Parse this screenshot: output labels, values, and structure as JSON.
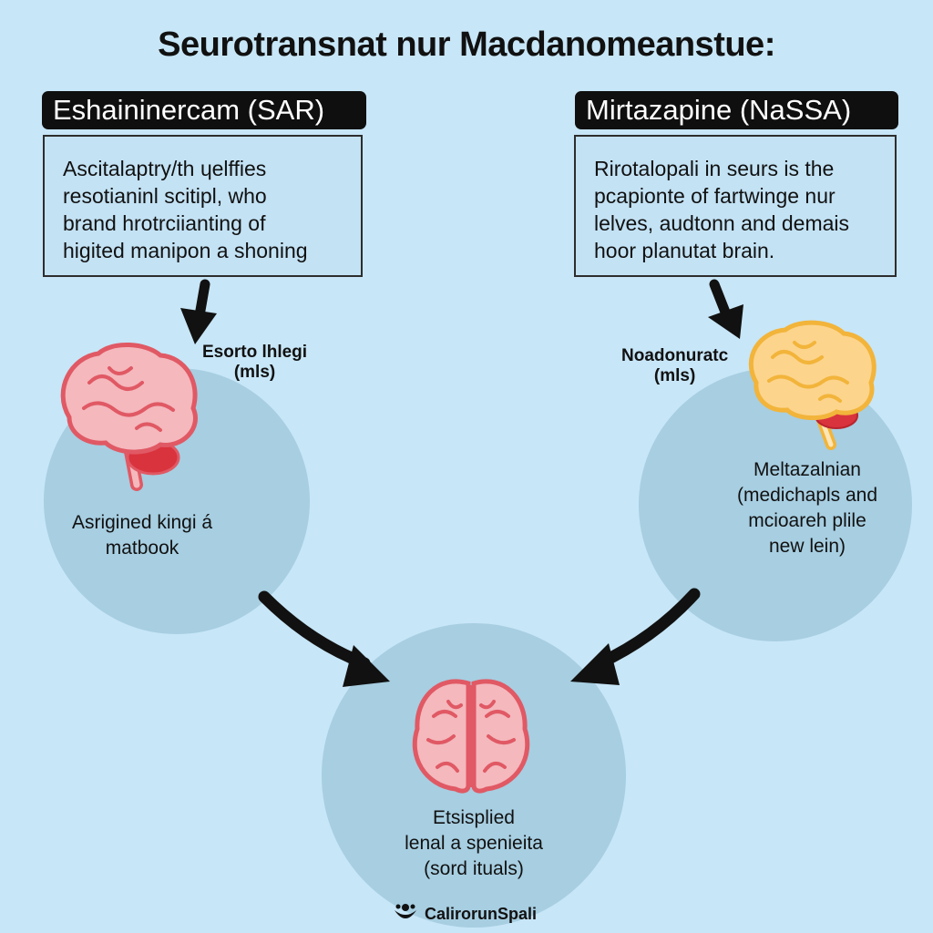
{
  "title": "Seurotransnat nur Macdanomeanstue:",
  "left": {
    "tag": "Eshaininercam (SAR)",
    "description": [
      "Ascitalaptry/th ɥelffies",
      "resotianinl scitipl, who",
      "brand hrotrciianting of",
      "higited manipon a shoning"
    ],
    "side_label": [
      "Esorto lhlegi",
      "(mls)"
    ],
    "circle_label": [
      "Asrigined kingi á",
      "matbook"
    ]
  },
  "right": {
    "tag": "Mirtazapine  (NaSSA)",
    "description": [
      "Rirotalopali in seurs is the",
      "pcapionte of fartwinge nur",
      "lelves, audtonn and demais",
      "hoor planutat brain."
    ],
    "side_label": [
      "Noadonuratc",
      "(mls)"
    ],
    "circle_label": [
      "Meltazalnian",
      "(medichapls and",
      "mcioareh plile",
      "new lein)"
    ]
  },
  "bottom": {
    "circle_label": [
      "Etsisplied",
      "lenal a spenieita",
      "(sord ituals)"
    ]
  },
  "brand": "CalirorunSpali",
  "colors": {
    "background": "#c7e6f7",
    "circle": "#a7cee1",
    "brain_pink": "#f4b8bd",
    "brain_outline": "#e05964",
    "brain_yellow": "#fcd48c",
    "brain_yellow_outline": "#f2b43a",
    "brainstem_red": "#d9333d",
    "tag_bg": "#0f0f0f"
  },
  "icons": [
    "brain-icon",
    "arrow-down-icon",
    "arrow-curved-icon",
    "logo-icon"
  ]
}
